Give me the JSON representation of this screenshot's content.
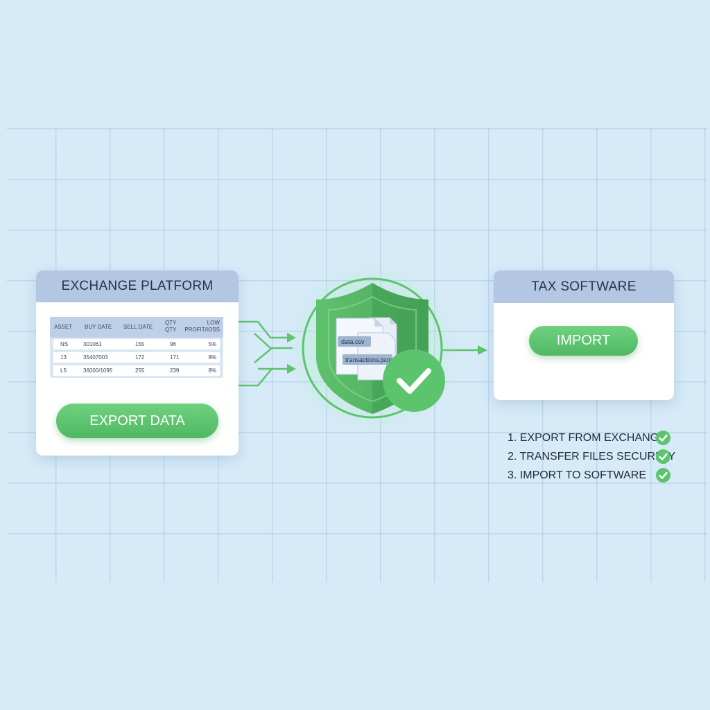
{
  "exchange": {
    "title": "EXCHANGE PLATFORM",
    "table": {
      "headers": [
        "ASSET",
        "BUY DATE",
        "SELL DATE",
        "QTY\nQTY",
        "LOW\nPROFIT/IOSS"
      ],
      "rows": [
        [
          "NS",
          "301061",
          "155",
          "96",
          "5%"
        ],
        [
          "13",
          "35407003",
          "172",
          "171",
          "8%"
        ],
        [
          "L5",
          "36000/1095",
          "255",
          "239",
          "8%"
        ]
      ]
    },
    "button_label": "EXPORT DATA"
  },
  "transfer": {
    "files": [
      "data.csv",
      "transactions.json"
    ]
  },
  "tax": {
    "title": "TAX SOFTWARE",
    "button_label": "IMPORT"
  },
  "steps": [
    "1. EXPORT FROM EXCHANGE",
    "2. TRANSFER FILES SECURELY",
    "3. IMPORT TO SOFTWARE"
  ],
  "colors": {
    "background": "#d6eaf8",
    "accent_green": "#5cc46c",
    "header_blue": "#b3c7e3"
  }
}
